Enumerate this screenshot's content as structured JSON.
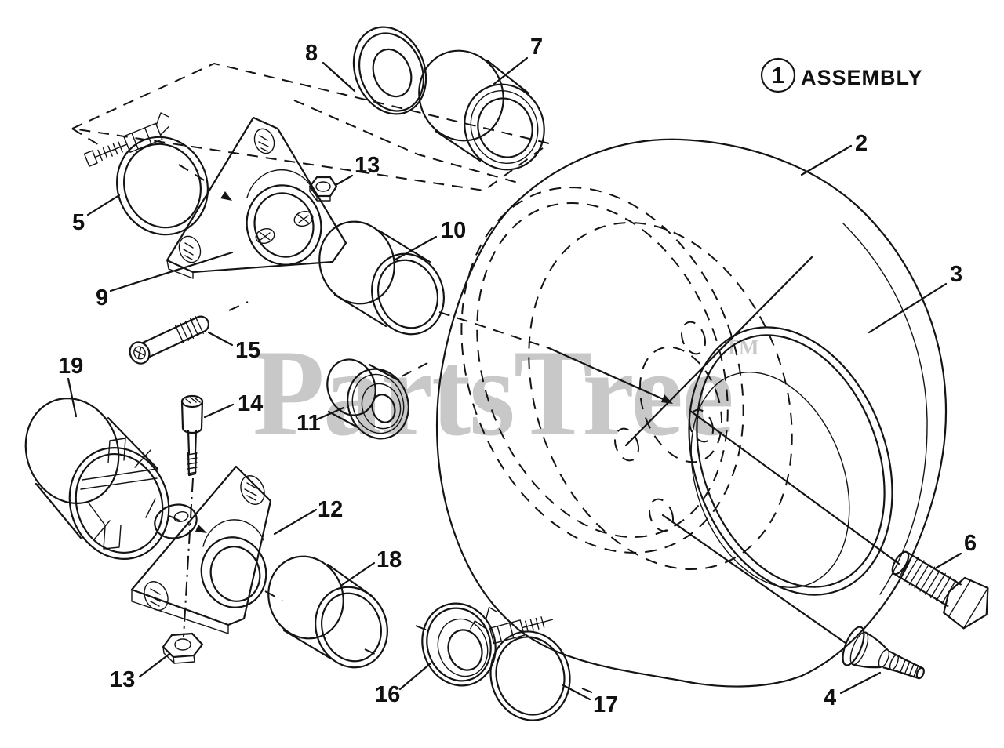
{
  "watermark": {
    "text": "PartsTree",
    "tm": "TM",
    "color": "#c8c8c8"
  },
  "assembly": {
    "badge_number": "1",
    "label": "ASSEMBLY"
  },
  "callouts": {
    "c2": "2",
    "c3": "3",
    "c4": "4",
    "c5": "5",
    "c6": "6",
    "c7": "7",
    "c8": "8",
    "c9": "9",
    "c10": "10",
    "c11": "11",
    "c12": "12",
    "c13a": "13",
    "c13b": "13",
    "c14": "14",
    "c15": "15",
    "c16": "16",
    "c17": "17",
    "c18": "18",
    "c19": "19"
  },
  "colors": {
    "ink": "#141414",
    "background": "#ffffff",
    "watermark": "#c8c8c8"
  }
}
